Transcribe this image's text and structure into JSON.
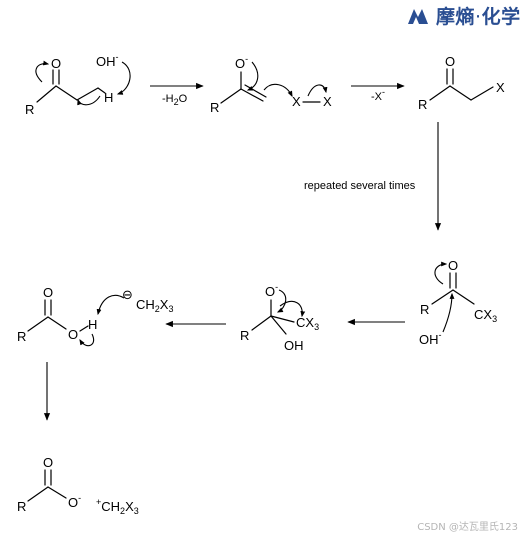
{
  "brand": {
    "name": "摩熵",
    "sep": "·",
    "suffix": "化学",
    "logo_icon": "moshang-logo-icon",
    "color": "#2a4e92"
  },
  "watermark": "CSDN @达瓦里氏123",
  "labels": {
    "r": "R",
    "o": "O",
    "h": "H",
    "x": "X",
    "hydroxide": "OH",
    "oh": "OH",
    "cx": "CX",
    "ch2x": "CH",
    "minus_h2o_pre": "-H",
    "minus_h2o_post": "O",
    "minus_x": "-X",
    "minus_sign": "-",
    "plus_sign": "+",
    "circled_minus": "⊖",
    "sub_2": "2",
    "sub_3": "3",
    "repeated": "repeated several times"
  }
}
